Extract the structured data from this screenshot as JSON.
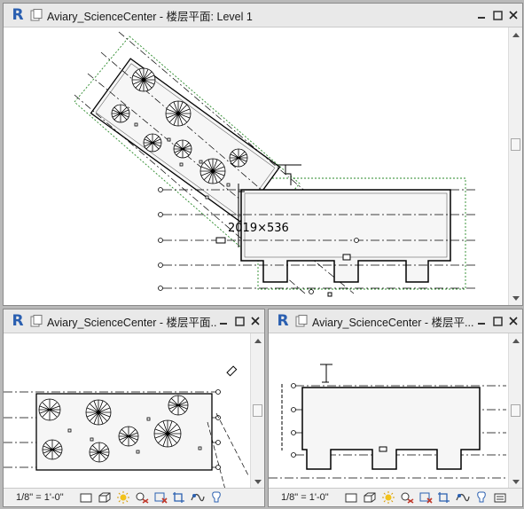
{
  "app": {
    "logo_letter": "R"
  },
  "windows": {
    "main": {
      "title": "Aviary_ScienceCenter - 楼层平面: Level 1",
      "dimension_label": "2019×536"
    },
    "bottom_left": {
      "title": "Aviary_ScienceCenter - 楼层平面...",
      "scale": "1/8\" = 1'-0\""
    },
    "bottom_right": {
      "title": "Aviary_ScienceCenter - 楼层平...",
      "scale": "1/8\" = 1'-0\""
    }
  },
  "controls": {
    "minimize_icon": "minimize-icon",
    "restore_icon": "restore-icon",
    "close_icon": "close-icon"
  },
  "status_icons": [
    "detail-level-icon",
    "visual-style-icon",
    "sun-path-icon",
    "shadows-icon",
    "crop-view-icon",
    "show-crop-icon",
    "lock-view-icon",
    "temporary-hide-icon",
    "reveal-hidden-icon",
    "analytical-model-icon"
  ],
  "colors": {
    "accent": "#2a5fb0",
    "crop_boundary": "#2a8a2a",
    "drawing": "#000000"
  }
}
